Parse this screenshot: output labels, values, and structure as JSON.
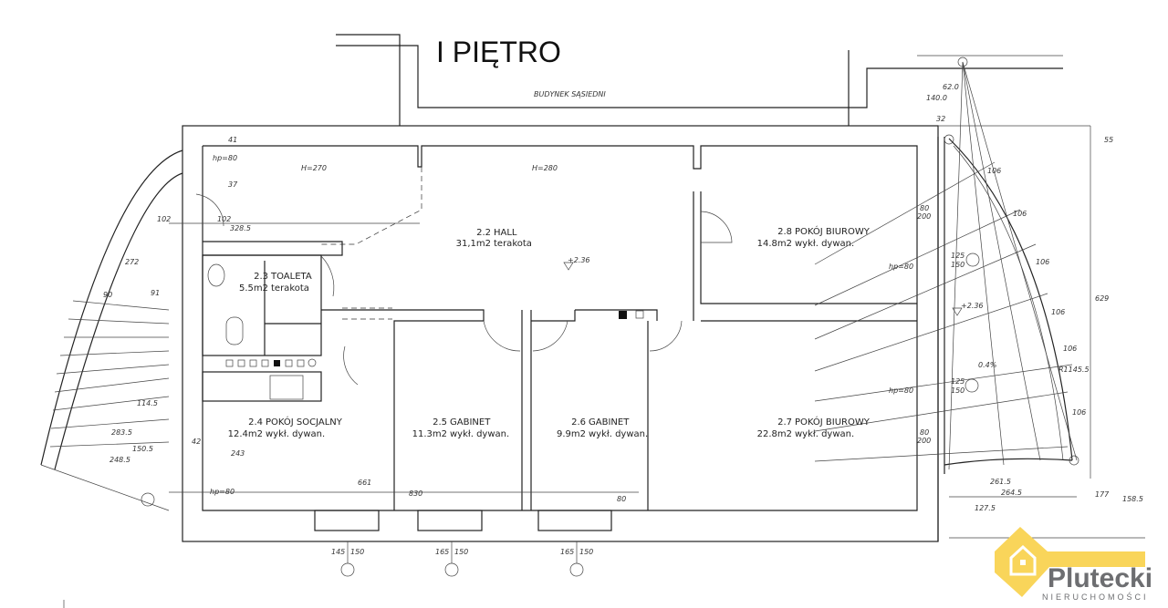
{
  "title": "I PIĘTRO",
  "neighbor_label": "BUDYNEK SĄSIEDNI",
  "heights": {
    "left": "H=270",
    "hall": "H=280"
  },
  "rooms": [
    {
      "number": "2.2",
      "name": "HALL",
      "area": "31,1m2",
      "floor": "terakota"
    },
    {
      "number": "2.3",
      "name": "TOALETA",
      "area": "5.5m2",
      "floor": "terakota"
    },
    {
      "number": "2.4",
      "name": "POKÓJ SOCJALNY",
      "area": "12.4m2",
      "floor": "wykł. dywan."
    },
    {
      "number": "2.5",
      "name": "GABINET",
      "area": "11.3m2",
      "floor": "wykł. dywan."
    },
    {
      "number": "2.6",
      "name": "GABINET",
      "area": "9.9m2",
      "floor": "wykł. dywan."
    },
    {
      "number": "2.7",
      "name": "POKÓJ BIUROWY",
      "area": "22.8m2",
      "floor": "wykł. dywan."
    },
    {
      "number": "2.8",
      "name": "POKÓJ BIUROWY",
      "area": "14.8m2",
      "floor": "wykł. dywan."
    }
  ],
  "levels": {
    "hall": "+2.36",
    "terrace": "+2.36",
    "slope": "0.4%"
  },
  "dimensions": {
    "hp": "hp=80",
    "d328": "328.5",
    "d661": "661",
    "d830": "830",
    "d629": "629",
    "d264": "264.5",
    "d261": "261.5",
    "d158": "158.5",
    "d177": "177",
    "d127": "127.5",
    "d55": "55",
    "d140": "140.0",
    "d62": "62.0",
    "d32": "32",
    "d106": "106",
    "radius": "R1145.5",
    "d102": "102",
    "d243": "243",
    "d42": "42",
    "d37": "37",
    "d41": "41",
    "d80": "80",
    "d114": "114.5",
    "d150": "150.5",
    "d248": "248.5",
    "d283": "283.5",
    "d272": "272",
    "d91": "91",
    "d90": "90",
    "win_a": "125",
    "win_b": "150",
    "door_a": "80",
    "door_b": "200",
    "w1a": "145",
    "w1b": "150",
    "w2a": "165",
    "w2b": "150",
    "w3a": "165",
    "w3b": "150"
  },
  "logo": {
    "name": "Plutecki",
    "tagline": "NIERUCHOMOŚCI",
    "color": "#f9d55a"
  }
}
